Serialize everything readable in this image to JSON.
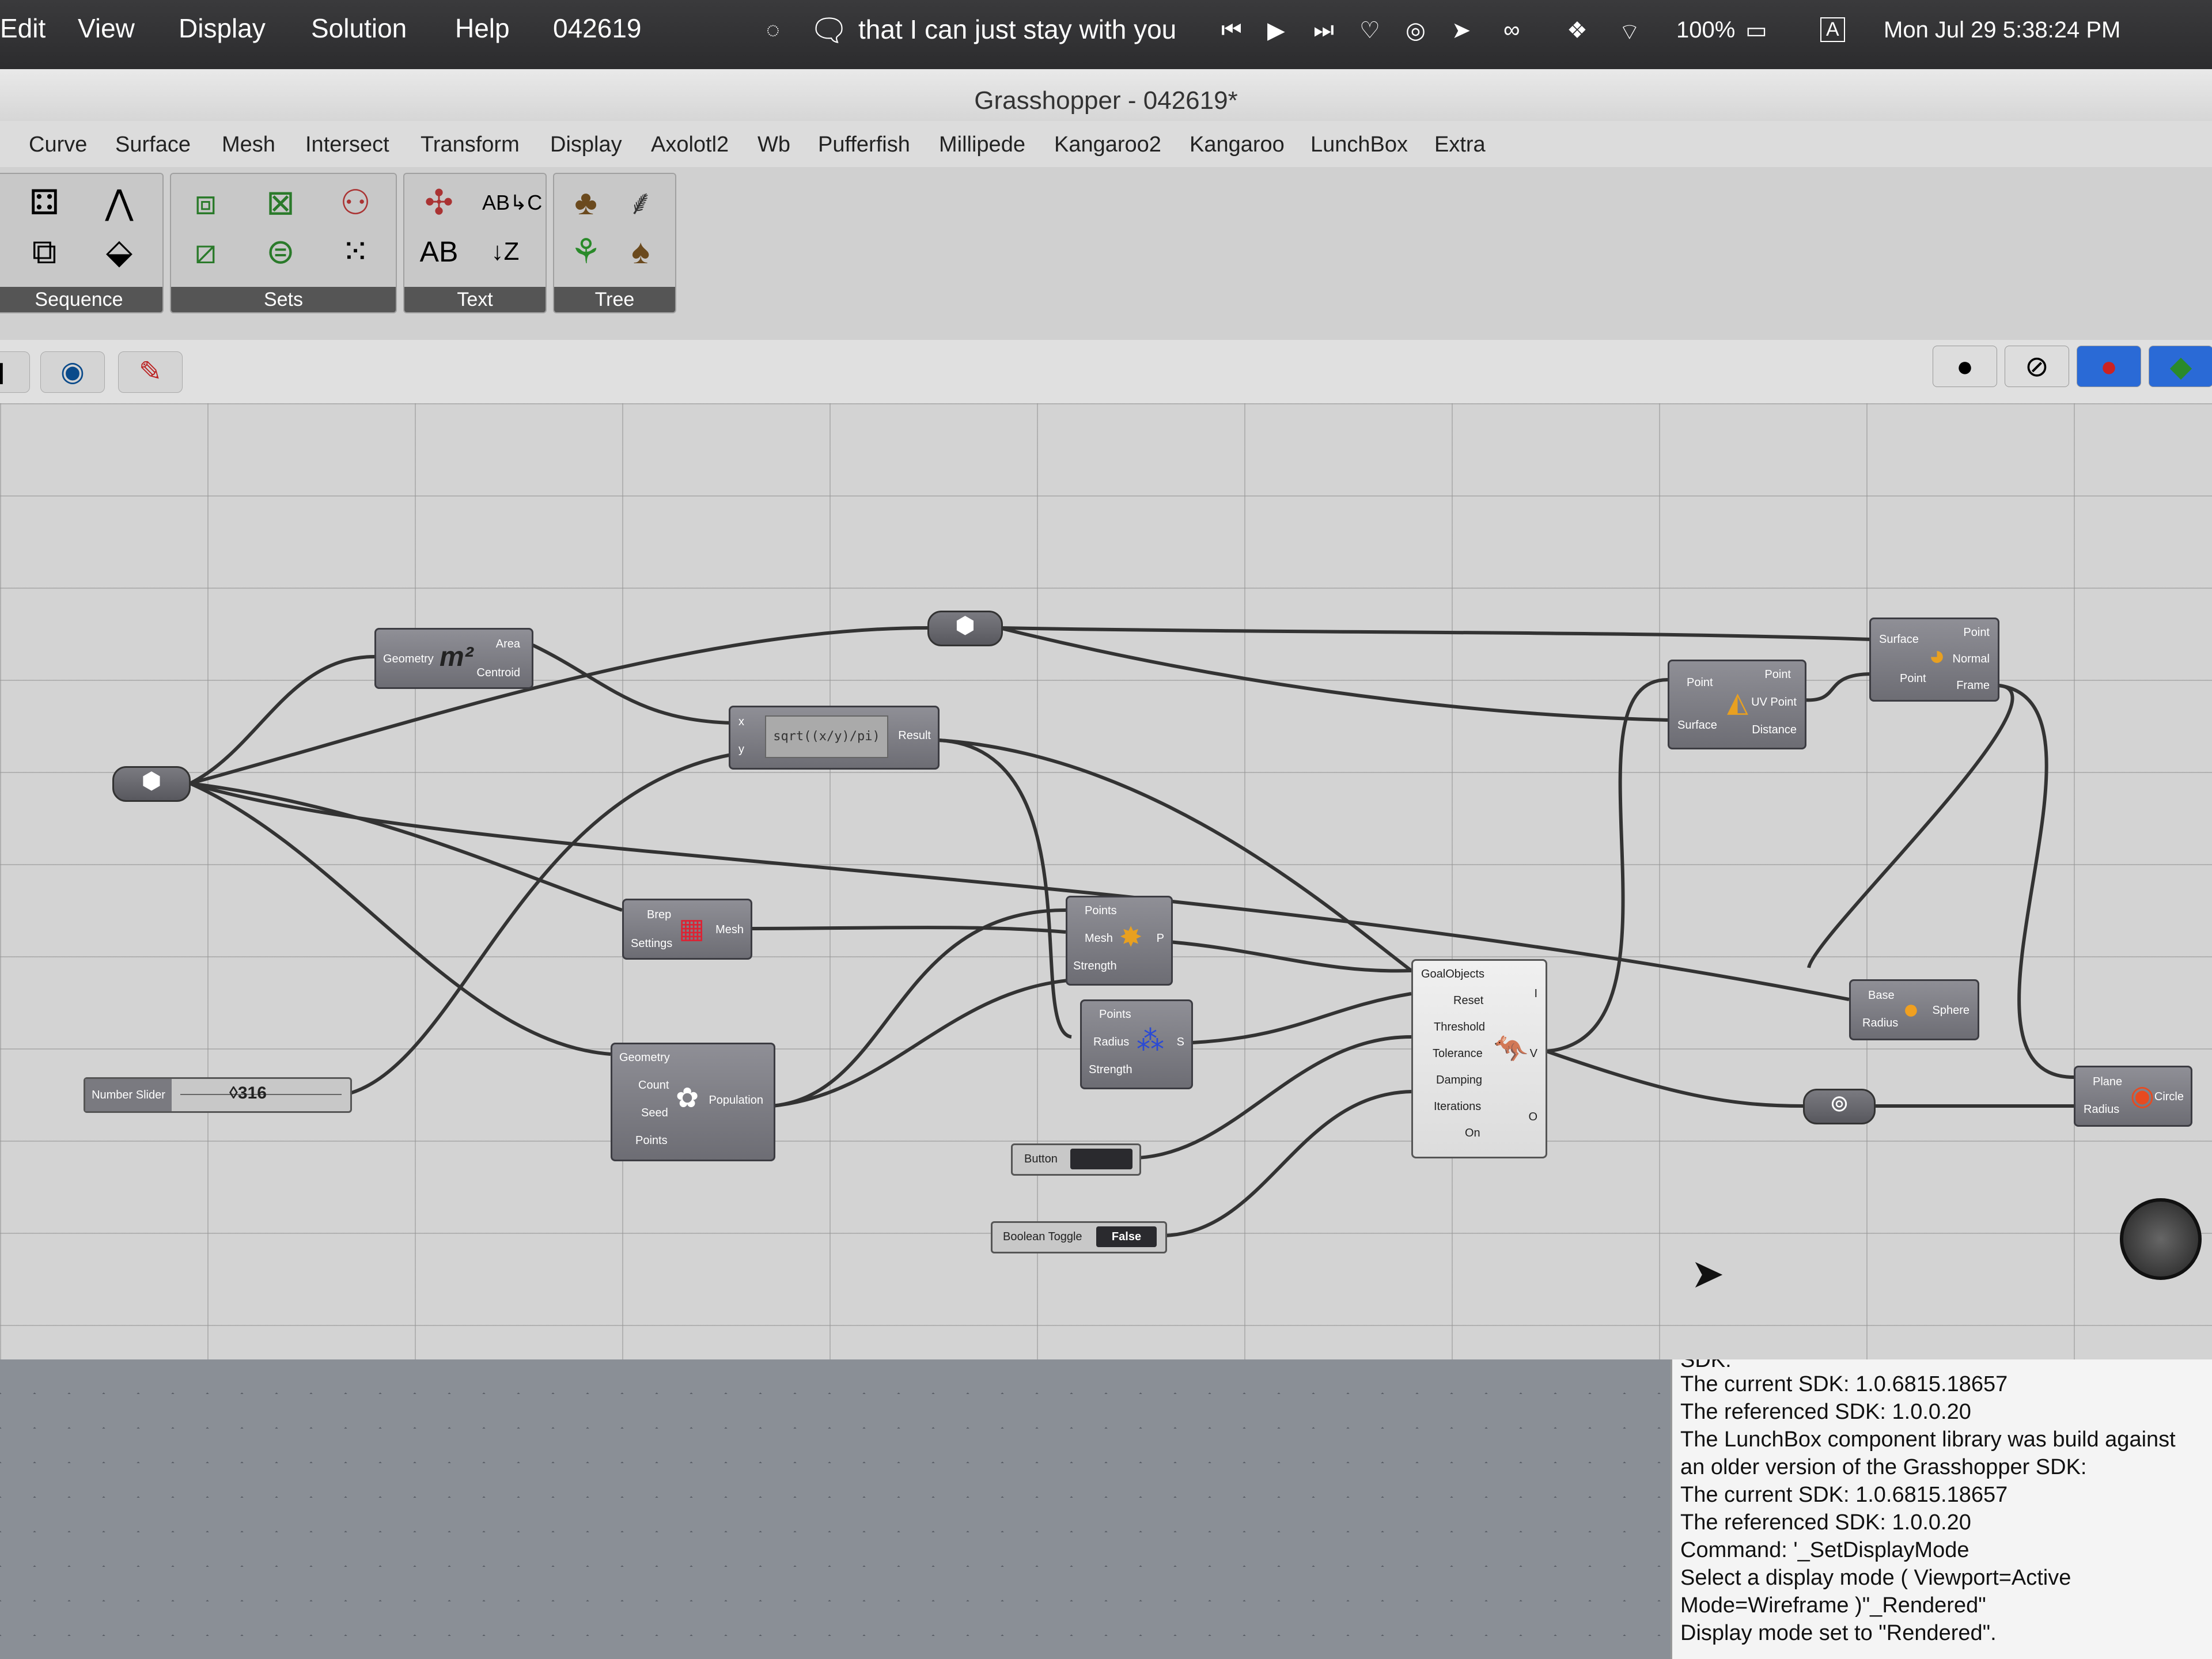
{
  "menubar": {
    "items": [
      "Edit",
      "View",
      "Display",
      "Solution",
      "Help",
      "042619"
    ],
    "now_playing": "that I can just stay with you",
    "battery": "100%",
    "input_source": "A",
    "clock": "Mon Jul 29  5:38:24 PM"
  },
  "window": {
    "title": "Grasshopper - 042619*"
  },
  "tabs": [
    "Curve",
    "Surface",
    "Mesh",
    "Intersect",
    "Transform",
    "Display",
    "Axolotl2",
    "Wb",
    "Pufferfish",
    "Millipede",
    "Kangaroo2",
    "Kangaroo",
    "LunchBox",
    "Extra"
  ],
  "ribbon": {
    "panels": [
      "Sequence",
      "Sets",
      "Text",
      "Tree"
    ]
  },
  "canvas": {
    "nodes": {
      "area": {
        "in": [
          "Geometry"
        ],
        "out": [
          "Area",
          "Centroid"
        ],
        "icon": "m²"
      },
      "expr": {
        "in": [
          "x",
          "y"
        ],
        "expression": "sqrt((x/y)/pi)",
        "out": [
          "Result"
        ]
      },
      "mesh": {
        "in": [
          "Brep",
          "Settings"
        ],
        "out": [
          "Mesh"
        ]
      },
      "populate": {
        "in": [
          "Geometry",
          "Count",
          "Seed",
          "Points"
        ],
        "out": [
          "Population"
        ]
      },
      "onmesh": {
        "in": [
          "Points",
          "Mesh",
          "Strength"
        ],
        "out": [
          "P"
        ]
      },
      "collide": {
        "in": [
          "Points",
          "Radius",
          "Strength"
        ],
        "out": [
          "S"
        ]
      },
      "solver": {
        "in": [
          "GoalObjects",
          "Reset",
          "Threshold",
          "Tolerance",
          "Damping",
          "Iterations",
          "On"
        ],
        "out": [
          "I",
          "V",
          "O"
        ]
      },
      "pull": {
        "in": [
          "Point",
          "Surface"
        ],
        "out": [
          "Point",
          "UV Point",
          "Distance"
        ]
      },
      "evalsrf": {
        "in": [
          "Surface",
          "Point"
        ],
        "out": [
          "Point",
          "Normal",
          "Frame"
        ]
      },
      "sphere": {
        "in": [
          "Base",
          "Radius"
        ],
        "out": [
          "Sphere"
        ]
      },
      "circle": {
        "in": [
          "Plane",
          "Radius"
        ],
        "out": [
          "Circle"
        ]
      }
    },
    "slider": {
      "label": "Number Slider",
      "value": "◊316"
    },
    "button": {
      "label": "Button"
    },
    "toggle": {
      "label": "Boolean Toggle",
      "value": "False"
    }
  },
  "console": {
    "lines": [
      "SDK:",
      "  The current SDK: 1.0.6815.18657",
      "  The referenced SDK: 1.0.0.20",
      "The LunchBox component library was build against",
      "an older version of the Grasshopper SDK:",
      "  The current SDK: 1.0.6815.18657",
      "  The referenced SDK: 1.0.0.20",
      "Command: '_SetDisplayMode",
      "Select a display mode ( Viewport=Active",
      "Mode=Wireframe )\"_Rendered\"",
      "Display mode set to \"Rendered\"."
    ]
  }
}
